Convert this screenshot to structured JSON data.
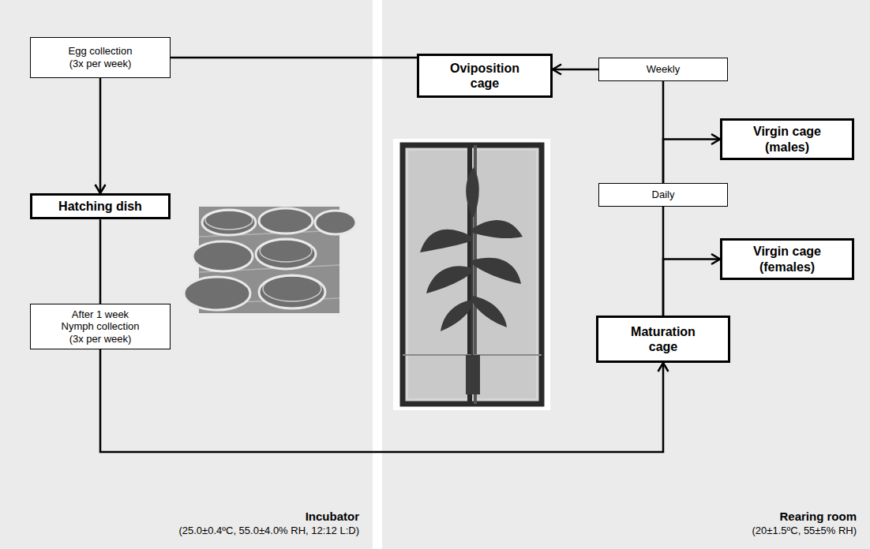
{
  "diagram": {
    "nodes": [
      {
        "text": [
          "Incubator",
          "(25.0±0.4ºC, 55.0±4.0% RH, 12:12 L:D)"
        ]
      },
      {
        "text": [
          "Egg collection (3x per week)"
        ],
        "in": 0
      },
      {
        "text": [
          "Hatching dish"
        ],
        "in": 0
      },
      {
        "text": [
          "After 1 week Nymph collection (3x per week)"
        ],
        "in": 0
      },
      {
        "text": [
          "Rearing room",
          "(20±1.5ºC, 55±5% RH)"
        ]
      },
      {
        "text": [
          "Oviposition cage"
        ],
        "in": 4
      },
      {
        "text": [
          "Weekly"
        ],
        "in": 4
      },
      {
        "text": [
          "Virgin cage (males)"
        ],
        "in": 4
      },
      {
        "text": [
          "Daily"
        ],
        "in": 4
      },
      {
        "text": [
          "Virgin cage (females)"
        ],
        "in": 4
      },
      {
        "text": [
          "Maturation cage"
        ],
        "in": 4
      }
    ],
    "edges": [
      {
        "from": 5,
        "to": 1,
        "arrow": "none"
      },
      {
        "from": 1,
        "to": 2,
        "arrow": "to"
      },
      {
        "from": 2,
        "to": 3,
        "arrow": "none"
      },
      {
        "from": 3,
        "to": 10,
        "arrow": "to"
      },
      {
        "from": 10,
        "to": 8,
        "arrow": "none"
      },
      {
        "from": 8,
        "to": 6,
        "arrow": "none"
      },
      {
        "from": 6,
        "to": 5,
        "arrow": "to"
      },
      {
        "from": 8,
        "to": 7,
        "arrow": "to"
      },
      {
        "from": 10,
        "to": 9,
        "arrow": "to"
      }
    ]
  }
}
